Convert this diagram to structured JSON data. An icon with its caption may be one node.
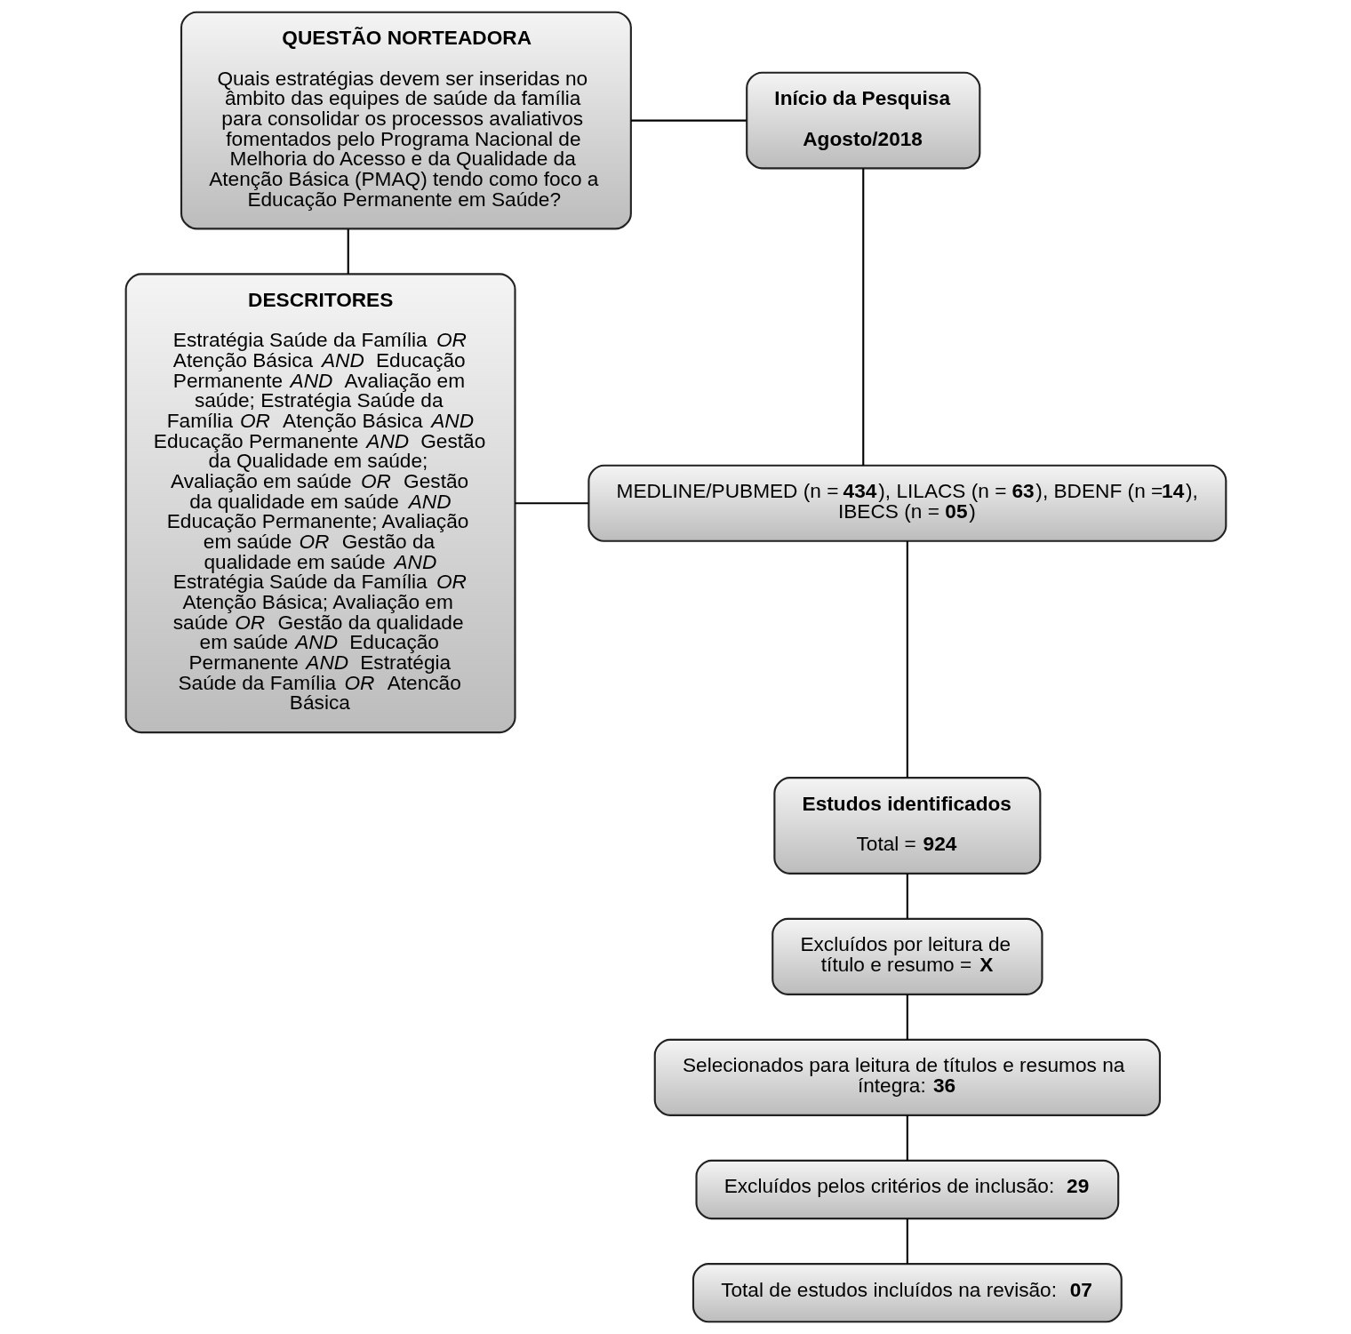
{
  "diagram": {
    "nodes": [
      {
        "text": [
          "QUESTÃO NORTEADORA",
          "Quais estratégias devem ser inseridas no âmbito das equipes de saúde da família para consolidar os processos avaliativos fomentados pelo Programa Nacional de Melhoria do Acesso e da Qualidade da Atenção Básica (PMAQ) tendo como foco a Educação Permanente em Saúde?"
        ]
      },
      {
        "text": [
          "Início da Pesquisa",
          "Agosto/2018"
        ]
      },
      {
        "text": [
          "DESCRITORES",
          "Estratégia Saúde da Família *OR* Atenção Básica *AND* Educação Permanente *AND* Avaliação em saúde; Estratégia Saúde da Família *OR* Atenção Básica *AND* Educação Permanente *AND* Gestão da Qualidade em saúde; Avaliação em saúde *OR* Gestão da qualidade em saúde *AND* Educação Permanente; Avaliação em saúde *OR* Gestão da qualidade em saúde *AND* Estratégia Saúde da Família *OR* Atenção Básica; Avaliação em saúde *OR* Gestão da qualidade em saúde *AND* Educação Permanente *AND* Estratégia Saúde da Família *OR* Atencão Básica"
        ]
      },
      {
        "text": [
          "MEDLINE/PUBMED (n = **434**), LILACS (n = **63**), BDENF (n =**14**), IBECS (n = **05**)"
        ]
      },
      {
        "text": [
          "Estudos identificados",
          "Total = **924**"
        ]
      },
      {
        "text": [
          "Excluídos por leitura de título e resumo = **X**"
        ]
      },
      {
        "text": [
          "Selecionados para leitura de títulos e resumos na íntegra: **36**"
        ]
      },
      {
        "text": [
          "Excluídos pelos critérios de inclusão: **29**"
        ]
      },
      {
        "text": [
          "Total de estudos incluídos na revisão: **07**"
        ]
      }
    ],
    "edges": [
      {
        "from": 0,
        "to": 1,
        "arrow": "none"
      },
      {
        "from": 0,
        "to": 2,
        "arrow": "none"
      },
      {
        "from": 1,
        "to": 3,
        "arrow": "none"
      },
      {
        "from": 2,
        "to": 3,
        "arrow": "none"
      },
      {
        "from": 3,
        "to": 4,
        "arrow": "none"
      },
      {
        "from": 4,
        "to": 5,
        "arrow": "none"
      },
      {
        "from": 5,
        "to": 6,
        "arrow": "none"
      },
      {
        "from": 6,
        "to": 7,
        "arrow": "none"
      },
      {
        "from": 7,
        "to": 8,
        "arrow": "none"
      }
    ]
  }
}
